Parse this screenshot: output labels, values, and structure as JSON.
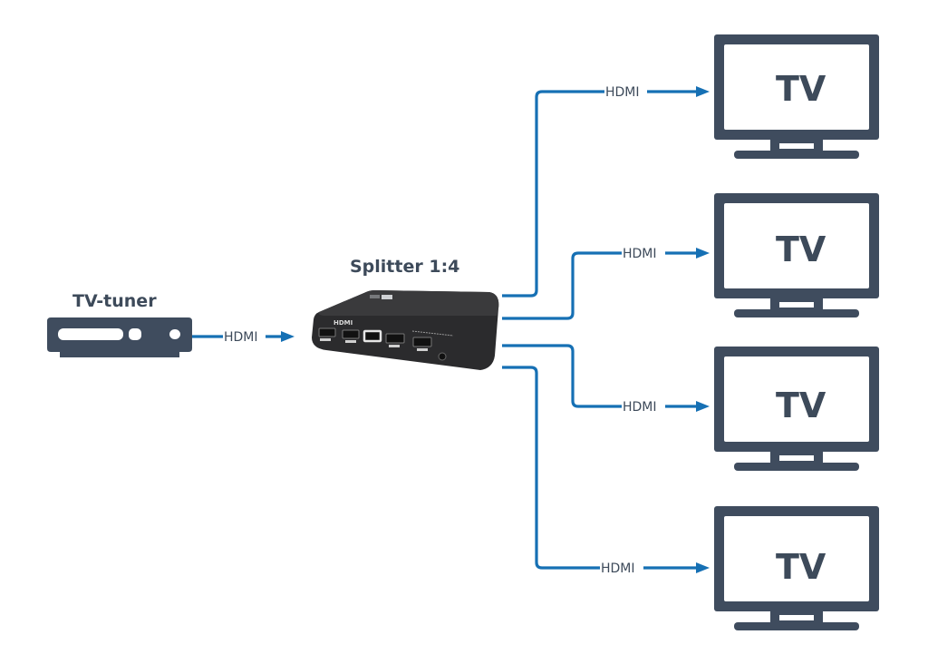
{
  "diagram": {
    "colors": {
      "cable": "#1670b4",
      "device": "#3f4c5e",
      "text": "#3d4a5a",
      "splitter_body": "#2b2b2d"
    },
    "source": {
      "label": "TV-tuner",
      "icon": "set-top-box-icon"
    },
    "input_cable": {
      "label": "HDMI"
    },
    "splitter": {
      "label": "Splitter 1:4",
      "icon": "hdmi-splitter-device",
      "brand_text": "HDMI"
    },
    "outputs": [
      {
        "cable_label": "HDMI",
        "tv_label": "TV"
      },
      {
        "cable_label": "HDMI",
        "tv_label": "TV"
      },
      {
        "cable_label": "HDMI",
        "tv_label": "TV"
      },
      {
        "cable_label": "HDMI",
        "tv_label": "TV"
      }
    ]
  }
}
